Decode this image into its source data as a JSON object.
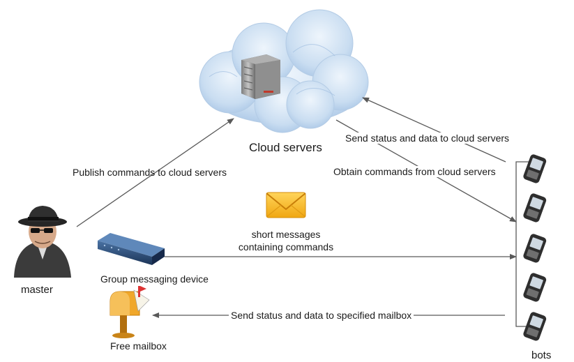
{
  "nodes": {
    "cloud_label": "Cloud servers",
    "master_label": "master",
    "group_device_label": "Group messaging device",
    "mailbox_label": "Free mailbox",
    "bots_label": "bots",
    "sms_label_line1": "short messages",
    "sms_label_line2": "containing commands"
  },
  "edges": {
    "publish": "Publish commands to cloud servers",
    "bots_to_cloud": "Send status and data to cloud servers",
    "cloud_to_bots": "Obtain commands from cloud servers",
    "to_mailbox": "Send status and data to specified mailbox"
  },
  "colors": {
    "arrow": "#595959",
    "cloud": "#c9ddf1",
    "envelope": "#f3b51f",
    "device": "#2b4d78",
    "mailbox": "#e8a324"
  },
  "icons": {
    "cloud": "cloud-icon",
    "server": "server-icon",
    "master": "hacker-icon",
    "device": "group-messaging-device-icon",
    "envelope": "envelope-icon",
    "mailbox": "mailbox-icon",
    "phone": "mobile-phone-icon"
  }
}
